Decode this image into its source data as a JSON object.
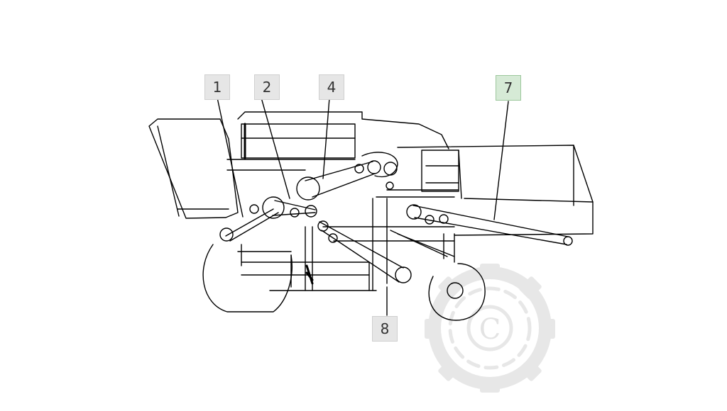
{
  "diagram": {
    "callouts": [
      {
        "id": "c1",
        "label": "1",
        "highlighted": false
      },
      {
        "id": "c2",
        "label": "2",
        "highlighted": false
      },
      {
        "id": "c4",
        "label": "4",
        "highlighted": false
      },
      {
        "id": "c7",
        "label": "7",
        "highlighted": true
      },
      {
        "id": "c8",
        "label": "8",
        "highlighted": false
      }
    ],
    "watermark_symbol": "C"
  },
  "colors": {
    "line": "#000000",
    "callout_bg": "#e6e6e6",
    "callout_highlight_bg": "#d6ead6",
    "watermark": "#cccccc"
  }
}
